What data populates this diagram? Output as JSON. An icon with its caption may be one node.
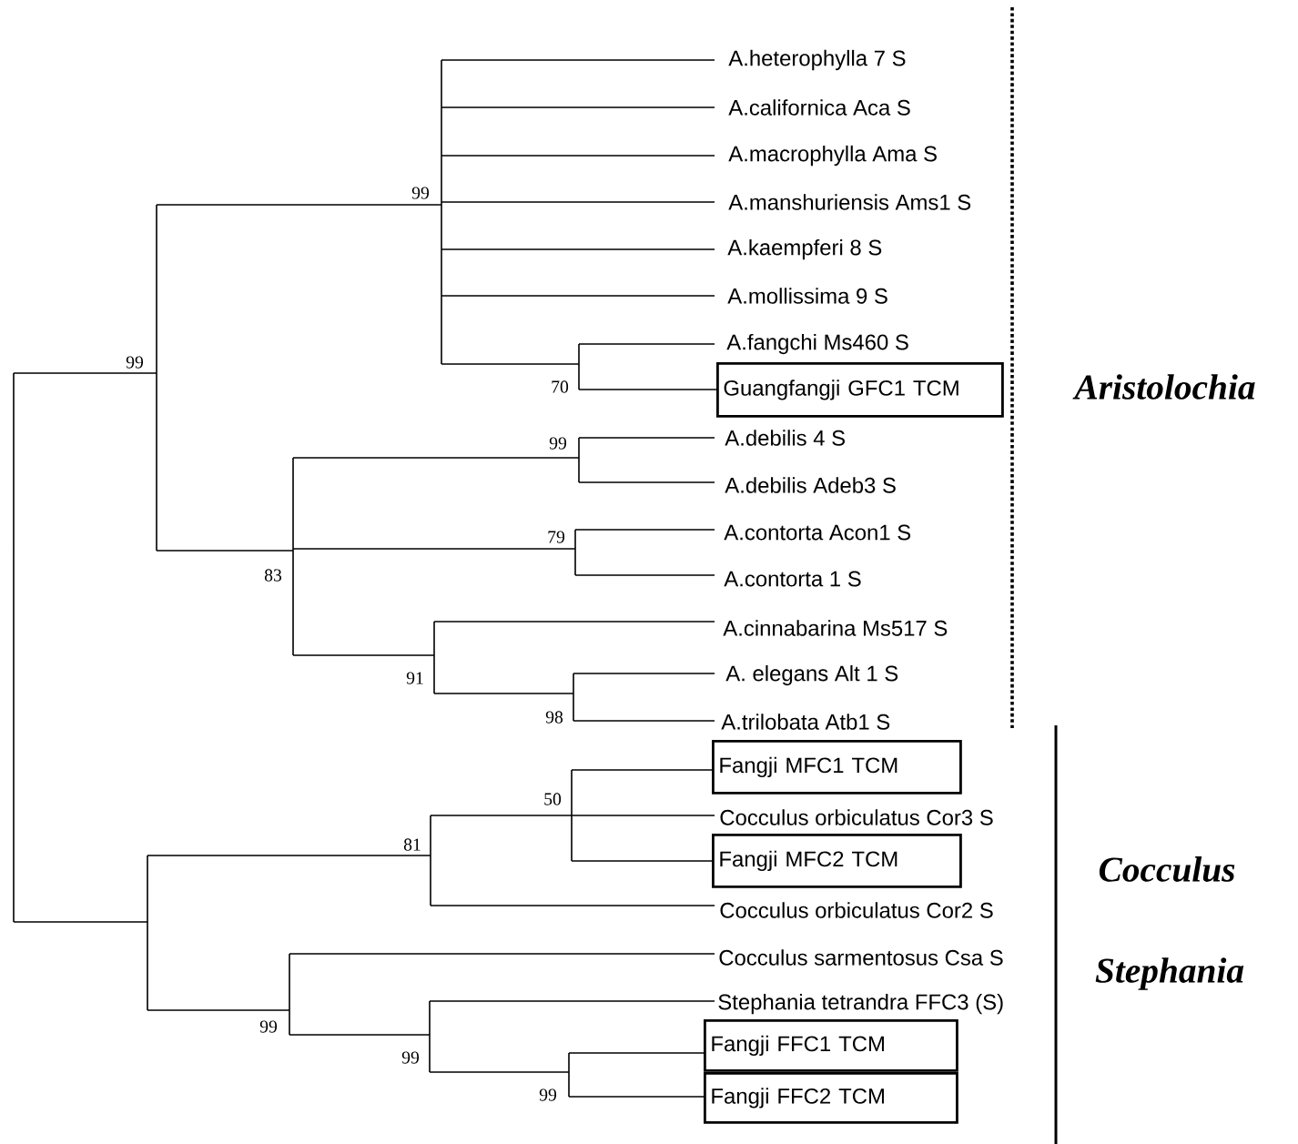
{
  "diagram": {
    "nodes": [
      {
        "text": [
          "Guangfangji GFC1 TCM"
        ]
      },
      {
        "text": [
          "Fangji MFC1 TCM"
        ]
      },
      {
        "text": [
          "Fangji MFC2 TCM"
        ]
      },
      {
        "text": [
          "Fangji FFC1 TCM"
        ]
      },
      {
        "text": [
          "Fangji FFC2 TCM"
        ]
      }
    ],
    "edges": [
      {
        "from": null,
        "to": 0,
        "arrow": "none"
      },
      {
        "from": null,
        "to": 1,
        "arrow": "none"
      },
      {
        "from": null,
        "to": 2,
        "arrow": "none"
      },
      {
        "from": null,
        "to": 3,
        "arrow": "none"
      },
      {
        "from": null,
        "to": 4,
        "arrow": "none"
      }
    ],
    "labels": [
      "A.heterophylla 7 S",
      "A.californica Aca S",
      "A.macrophylla Ama S",
      "99",
      "A.manshuriensis Ams1 S",
      "A.kaempferi 8 S",
      "A.mollissima 9 S",
      "A.fangchi Ms460 S",
      "99",
      "70",
      "Aristolochia",
      "A.debilis 4 S",
      "99",
      "A.debilis Adeb3 S",
      "A.contorta Acon1 S",
      "79",
      "83",
      "A.contorta 1 S",
      "A.cinnabarina Ms517 S",
      "A. elegans Alt 1 S",
      "91",
      "98",
      "A.trilobata Atb1 S",
      "50",
      "Cocculus orbiculatus Cor3 S",
      "81",
      "Cocculus",
      "Cocculus orbiculatus Cor2 S",
      "Cocculus sarmentosus Csa S",
      "Stephania",
      "Stephania tetrandra FFC3 (S)",
      "99",
      "99",
      "99"
    ]
  }
}
